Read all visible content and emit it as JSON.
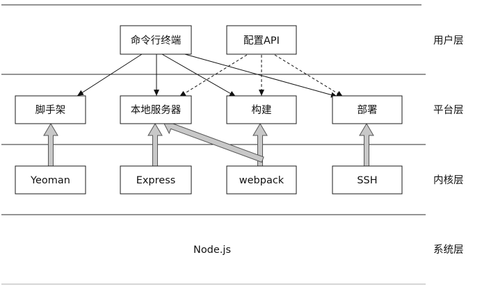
{
  "layers": {
    "user": "用户层",
    "platform": "平台层",
    "kernel": "内核层",
    "system": "系统层"
  },
  "nodes": {
    "cli": "命令行终端",
    "config_api": "配置API",
    "scaffold": "脚手架",
    "local_server": "本地服务器",
    "build": "构建",
    "deploy": "部署",
    "yeoman": "Yeoman",
    "express": "Express",
    "webpack": "webpack",
    "ssh": "SSH",
    "nodejs": "Node.js"
  }
}
